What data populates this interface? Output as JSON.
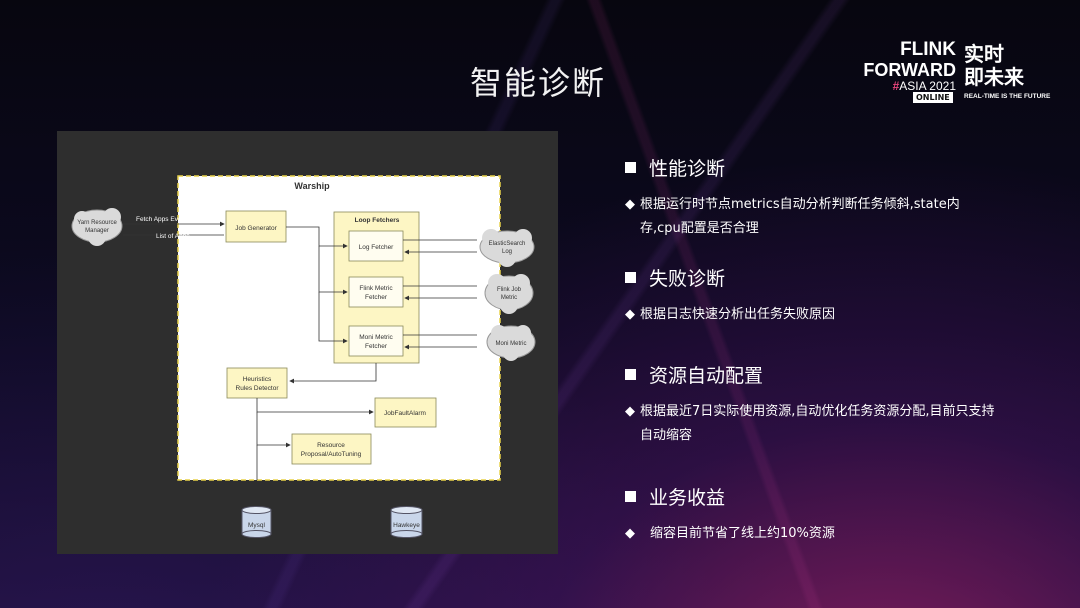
{
  "slide_title": "智能诊断",
  "logo": {
    "line1": "FLINK",
    "line2": "FORWARD",
    "line3_hash": "#",
    "line3": "ASIA 2021",
    "line4": "ONLINE",
    "cn1": "实时",
    "cn2": "即未来",
    "tagline": "REAL-TIME IS THE FUTURE"
  },
  "diagram": {
    "container_title": "Warship",
    "yarn": "Yarn Resource Manager",
    "yarn_l1": "Yarn Resource",
    "yarn_l2": "Manager",
    "fetch_label": "Fetch Apps Every minute",
    "list_label": "List of Apps",
    "job_generator": "Job Generator",
    "loop_fetchers": "Loop Fetchers",
    "log_fetcher": "Log Fetcher",
    "flink_metric_l1": "Flink Metric",
    "flink_metric_l2": "Fetcher",
    "moni_metric_l1": "Moni Metric",
    "moni_metric_l2": "Fetcher",
    "es_l1": "ElasticSearch",
    "es_l2": "Log",
    "fjm_l1": "Flink Job",
    "fjm_l2": "Metric",
    "moni_metric": "Moni Metric",
    "heuristics_l1": "Heuristics",
    "heuristics_l2": "Rules Detector",
    "job_fault_alarm": "JobFaultAlarm",
    "resource_l1": "Resource",
    "resource_l2": "Proposal/AutoTuning",
    "mysql": "Mysql",
    "hawkeye": "Hawkeye"
  },
  "sections": [
    {
      "heading": "性能诊断",
      "bullet_line1": "根据运行时节点metrics自动分析判断任务倾斜,state内",
      "bullet_line2": "存,cpu配置是否合理"
    },
    {
      "heading": "失败诊断",
      "bullet_line1": "根据日志快速分析出任务失败原因"
    },
    {
      "heading": "资源自动配置",
      "bullet_line1": "根据最近7日实际使用资源,自动优化任务资源分配,目前只支持",
      "bullet_line2": "自动缩容"
    },
    {
      "heading": "业务收益",
      "bullet_line1": "缩容目前节省了线上约10%资源"
    }
  ],
  "colors": {
    "box_fill": "#fdf6c4",
    "box_stroke": "#8a8a5a",
    "container_border": "#e8d24a"
  }
}
